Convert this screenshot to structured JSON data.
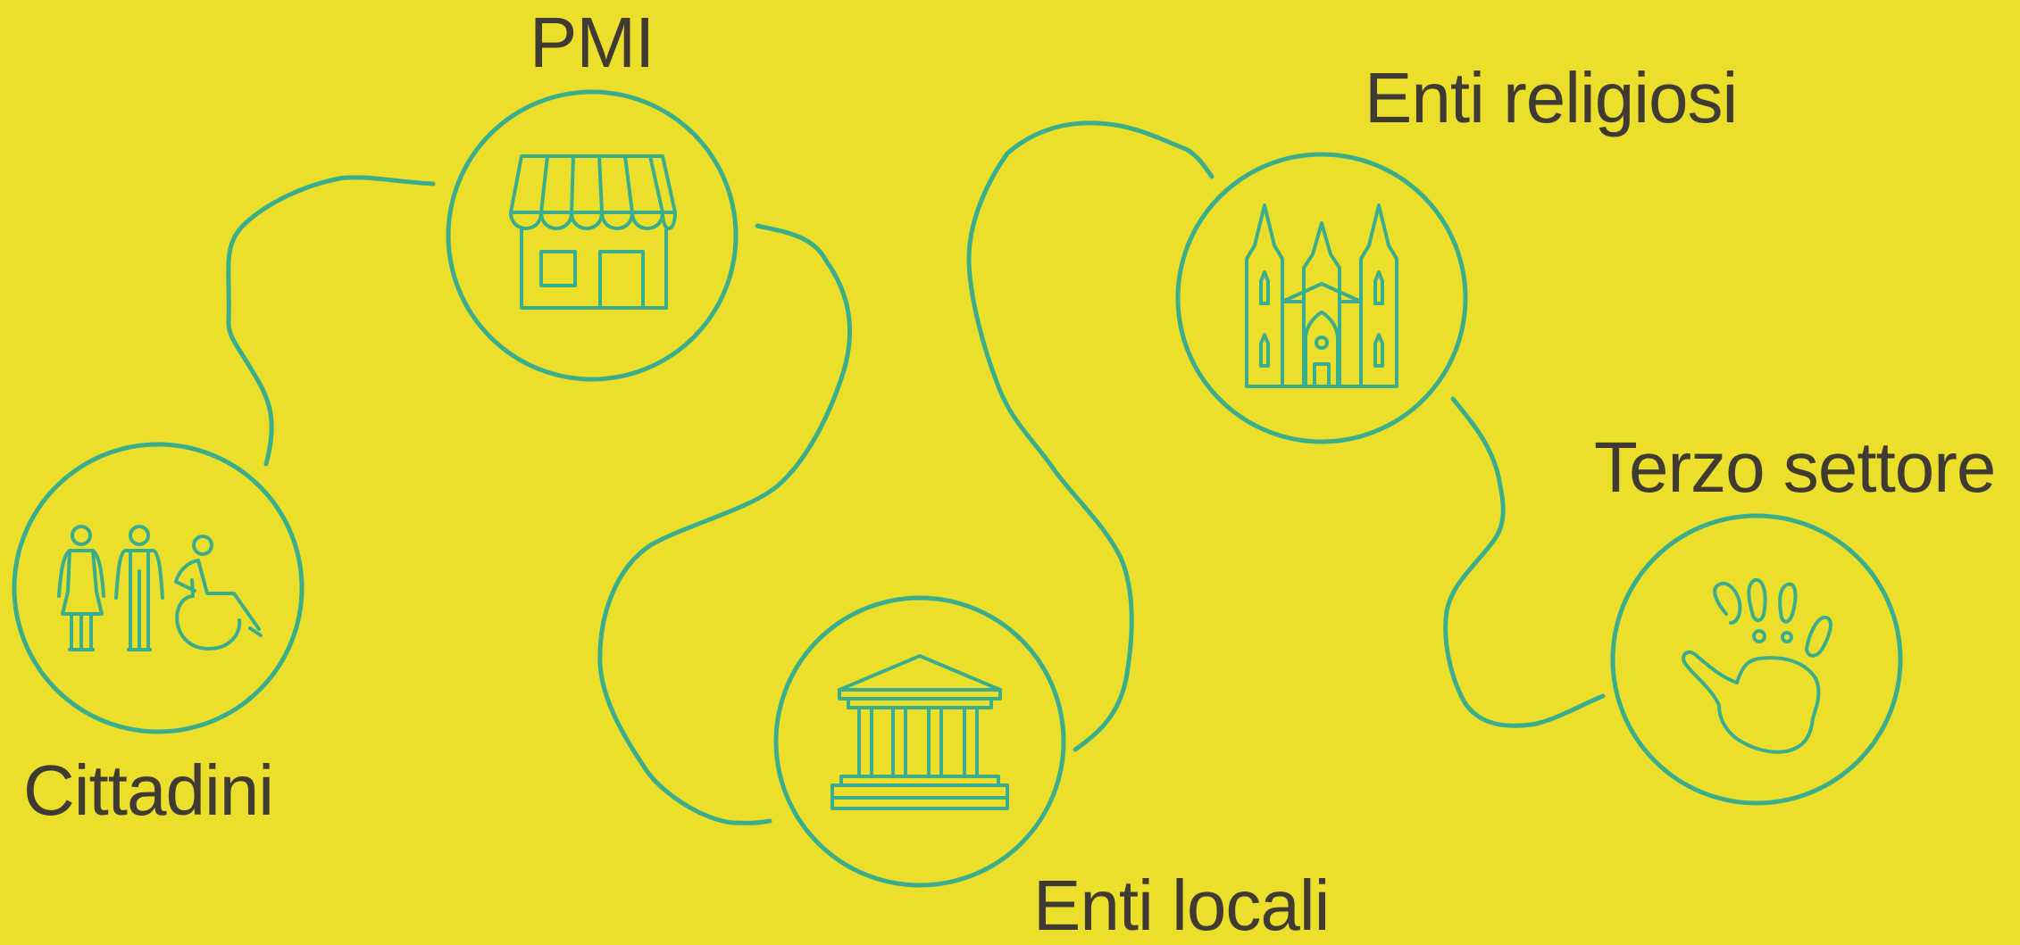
{
  "colors": {
    "background": "#ebdf2c",
    "stroke": "#3aae8c",
    "text": "#3f3b33"
  },
  "nodes": [
    {
      "id": "pmi",
      "label": "PMI",
      "icon": "shop-icon"
    },
    {
      "id": "cittadini",
      "label": "Cittadini",
      "icon": "people-icon"
    },
    {
      "id": "enti_locali",
      "label": "Enti locali",
      "icon": "government-building-icon"
    },
    {
      "id": "enti_religiosi",
      "label": "Enti religiosi",
      "icon": "cathedral-icon"
    },
    {
      "id": "terzo_settore",
      "label": "Terzo settore",
      "icon": "hand-icon"
    }
  ]
}
